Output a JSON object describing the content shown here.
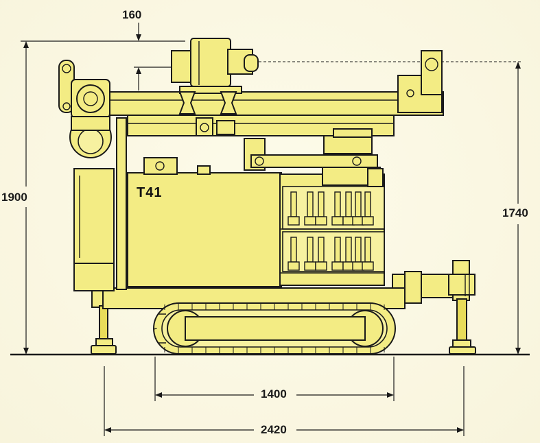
{
  "model": "T41",
  "dimensions": {
    "offset_top": "160",
    "overall_height": "1900",
    "mast_height": "1740",
    "track_length": "1400",
    "overall_length": "2420"
  },
  "colors": {
    "body": "#f3ec84",
    "outline": "#1a1a1a",
    "background": "#fbf9e6"
  }
}
